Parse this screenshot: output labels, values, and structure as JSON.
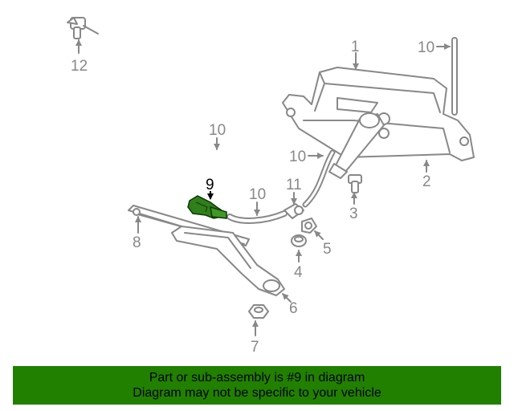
{
  "diagram": {
    "highlight_part": "9",
    "highlight_color": "#2f7f1a",
    "line_color": "#888888",
    "callouts": {
      "c1": "1",
      "c2": "2",
      "c3": "3",
      "c4": "4",
      "c5": "5",
      "c6": "6",
      "c7": "7",
      "c8": "8",
      "c9": "9",
      "c10a": "10",
      "c10b": "10",
      "c10c": "10",
      "c10d": "10",
      "c11": "11",
      "c12": "12"
    }
  },
  "footer": {
    "background": "#228000",
    "line1": "Part or sub-assembly is #9 in diagram",
    "line2": "Diagram may not be specific to your vehicle"
  }
}
